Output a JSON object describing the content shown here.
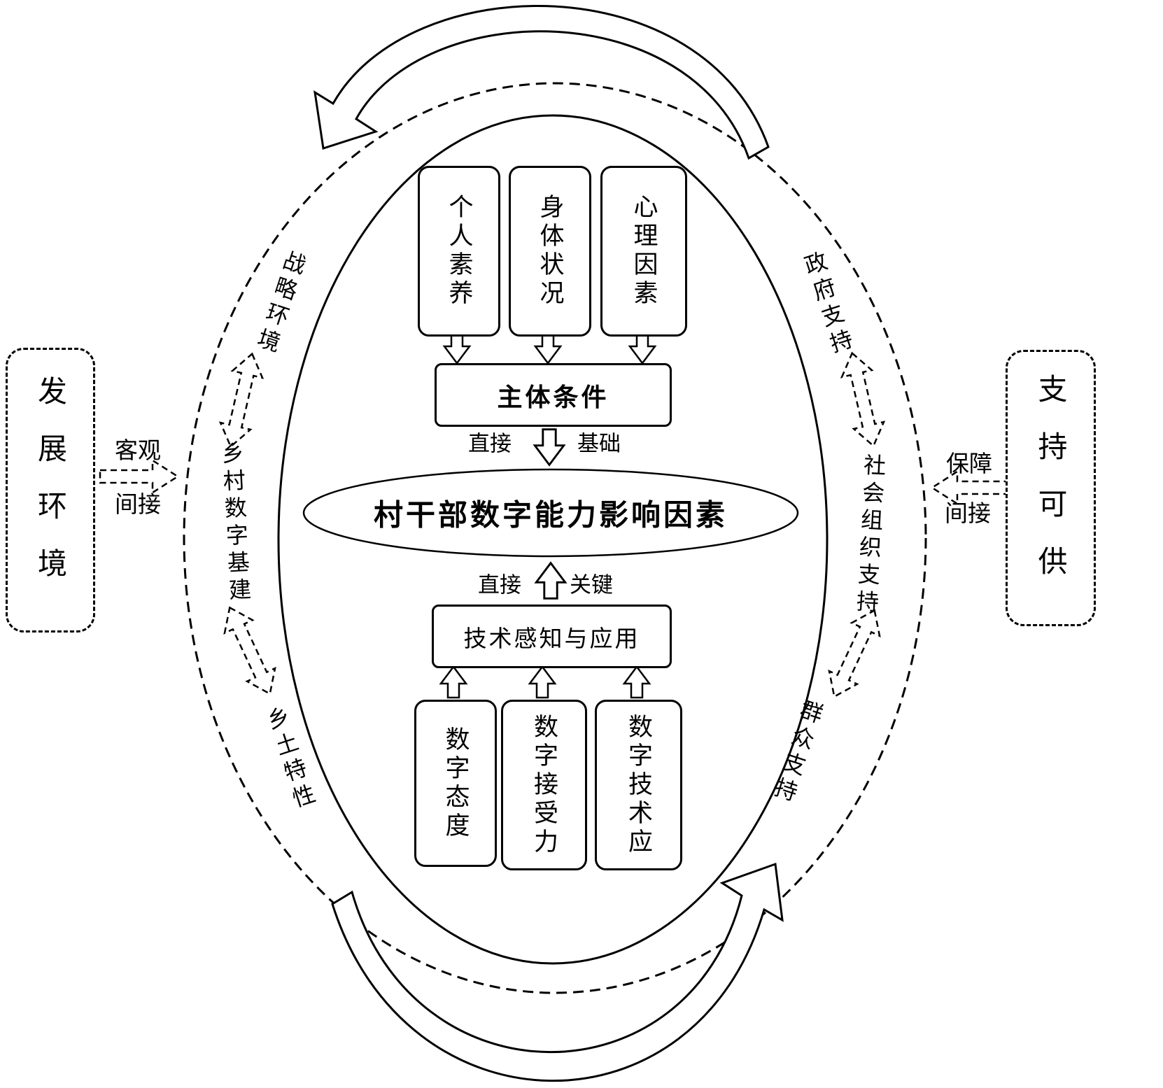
{
  "diagram": {
    "title": "村干部数字能力影响因素",
    "top_boxes": [
      "个人素养",
      "身体状况",
      "心理因素"
    ],
    "subject_box": "主体条件",
    "tech_box": "技术感知与应用",
    "bottom_boxes": [
      "数字态度",
      "数字接受力",
      "数字技术应"
    ],
    "arrow_labels": {
      "upper_direct": "直接",
      "upper_basis": "基础",
      "lower_direct": "直接",
      "lower_key": "关键"
    },
    "ring_labels": {
      "top_left": "战略环境",
      "top_right": "政府支持",
      "left": "乡村数字基建",
      "right": "社会组织支持",
      "bottom_left": "乡土特性",
      "bottom_right": "群众支持"
    },
    "left_side": {
      "box_label": "发展环境",
      "arrow_top": "客观",
      "arrow_bottom": "间接"
    },
    "right_side": {
      "box_label": "支持可供",
      "arrow_top": "保障",
      "arrow_bottom": "间接"
    }
  },
  "colors": {
    "stroke": "#000000",
    "background": "#ffffff"
  }
}
